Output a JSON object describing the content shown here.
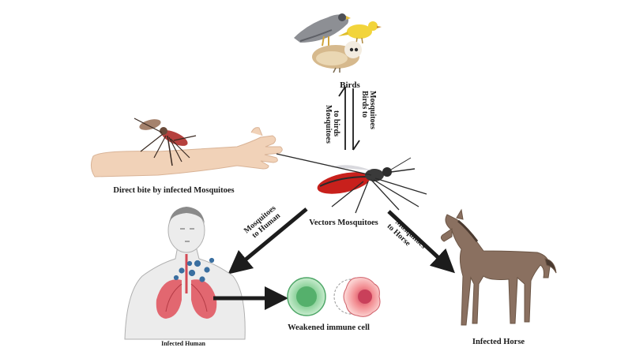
{
  "labels": {
    "birds": "Birds",
    "birds_to_mosquitoes_line1": "Birds to",
    "birds_to_mosquitoes_line2": "Mosquitoes",
    "mosquitoes_to_birds_line1": "Mosquitoes",
    "mosquitoes_to_birds_line2": "to birds",
    "direct_bite": "Direct bite by infected Mosquitoes",
    "vectors": "Vectors Mosquitoes",
    "mosquitoes_to_human_line1": "Mosquitoes",
    "mosquitoes_to_human_line2": "to Human",
    "mosquitoes_to_horse_line1": "Mosquitoes",
    "mosquitoes_to_horse_line2": "to Horse",
    "infected_human": "Infected Human",
    "weakened_cell": "Weakened immune cell",
    "infected_horse": "Infected Horse"
  },
  "colors": {
    "arrow": "#1c1c1c",
    "mosquito_abdomen": "#c8201c",
    "skin": "#f1d2b8",
    "lung": "#e0505a",
    "virus": "#3a6fa0",
    "healthy_cell": "#7fc98e",
    "damaged_cell": "#f0888e",
    "horse": "#8a7060"
  }
}
